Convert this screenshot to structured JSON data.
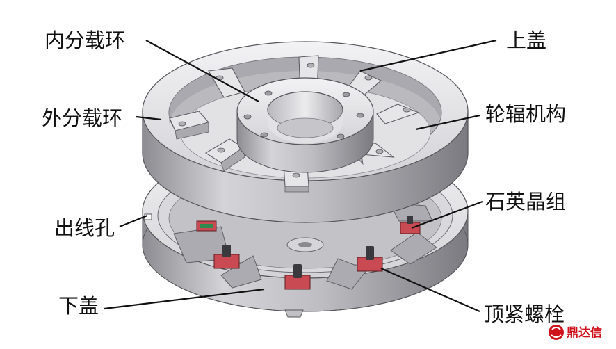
{
  "labels": {
    "inner_ring": "内分载环",
    "outer_ring": "外分载环",
    "wire_hole": "出线孔",
    "lower_cover": "下盖",
    "upper_cover": "上盖",
    "spoke": "轮辐机构",
    "quartz": "石英晶组",
    "bolt": "顶紧螺栓"
  },
  "watermark": {
    "text": "鼎达信",
    "color": "#d0121b"
  },
  "colors": {
    "metal_light": "#e9e9eb",
    "metal_mid": "#c8c8cc",
    "metal_dark": "#8e8e94",
    "crystal": "#c94a52",
    "bolt": "#3a3a3e",
    "ink": "#111111"
  }
}
